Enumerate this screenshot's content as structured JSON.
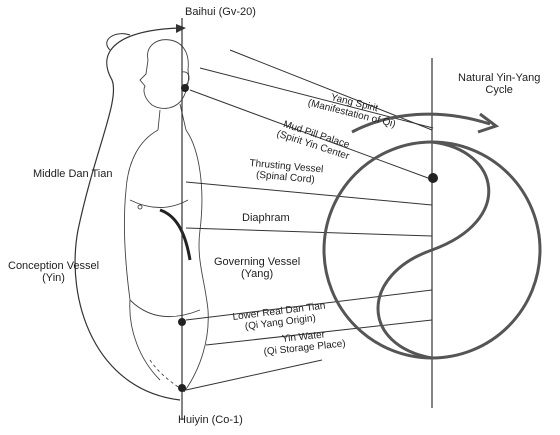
{
  "labels": {
    "baihui": "Baihui (Gv-20)",
    "natural_cycle_line1": "Natural Yin-Yang",
    "natural_cycle_line2": "Cycle",
    "middle_dan_tian": "Middle Dan Tian",
    "conception_vessel_line1": "Conception Vessel",
    "conception_vessel_line2": "(Yin)",
    "governing_vessel_line1": "Governing Vessel",
    "governing_vessel_line2": "(Yang)",
    "diaphram": "Diaphram",
    "huiyin": "Huiyin (Co-1)"
  },
  "rotated_labels": {
    "yang_spirit": "Yang Spirit",
    "manifestation_of_qi": "(Manifestation of Qi)",
    "mud_pill_palace": "Mud Pill Palace",
    "spirit_yin_center": "(Spirit Yin Center",
    "thrusting_vessel": "Thrusting Vessel",
    "spinal_cord": "(Spinal Cord)",
    "lower_real_dan_tian": "Lower Real Dan Tian",
    "qi_yang_origin": "(Qi Yang Origin)",
    "yin_water": "Yin Water",
    "qi_storage_place": "(Qi Storage Place)"
  },
  "colors": {
    "line": "#333333",
    "yin_yang_stroke": "#555555",
    "text": "#1e1e1e"
  }
}
